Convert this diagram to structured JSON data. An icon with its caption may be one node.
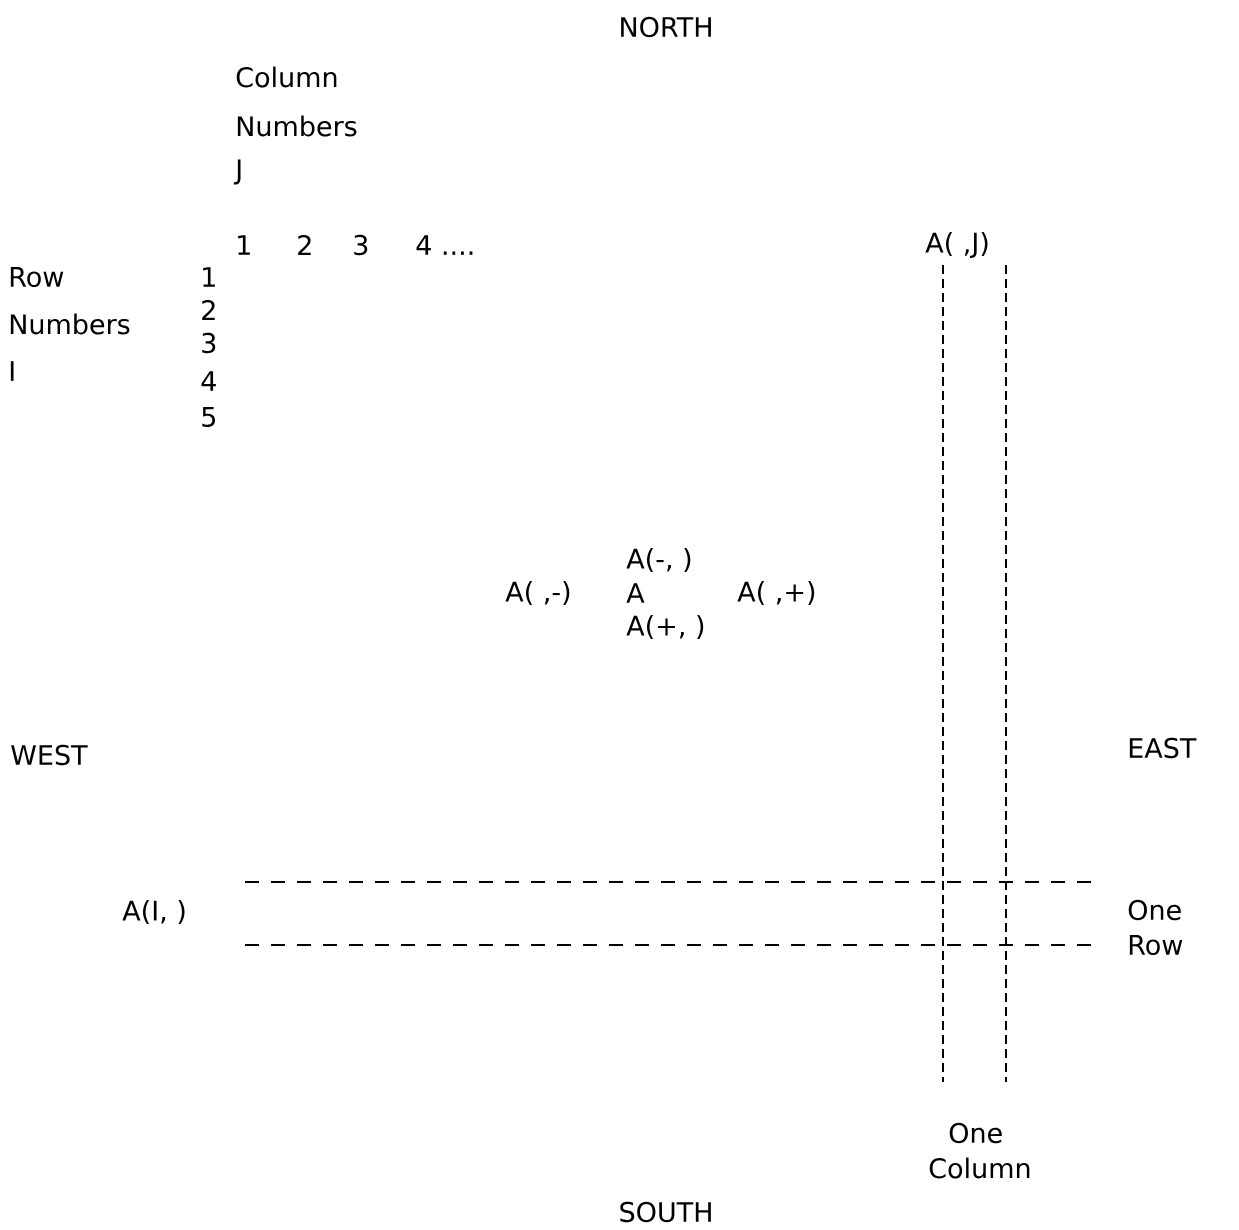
{
  "diagram": {
    "labels": [
      "NORTH",
      "Column",
      "Numbers",
      "J",
      "1",
      "2",
      "3",
      "4 ....",
      "A( ,J)",
      "Row",
      "1",
      "Numbers",
      "2",
      "3",
      "I",
      "4",
      "5",
      "A(-, )",
      "A( ,-)",
      "A",
      "A( ,+)",
      "A(+, )",
      "WEST",
      "EAST",
      "A(I, )",
      "One",
      "Row",
      "One",
      "Column",
      "SOUTH"
    ]
  }
}
